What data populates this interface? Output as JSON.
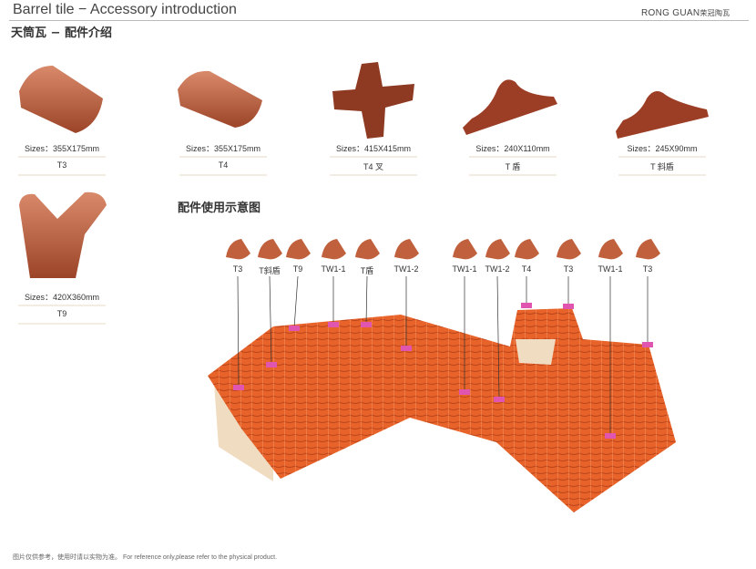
{
  "header": {
    "title": "Barrel tile − Accessory introduction",
    "brand": "RONG GUAN",
    "brand_cn": "荣冠陶瓦",
    "subtitle": "天筒瓦 − 配件介绍"
  },
  "products": [
    {
      "size": "Sizes：355X175mm",
      "name": "T3"
    },
    {
      "size": "Sizes：355X175mm",
      "name": "T4"
    },
    {
      "size": "Sizes：415X415mm",
      "name": "T4 叉"
    },
    {
      "size": "Sizes：240X110mm",
      "name": "T 盾"
    },
    {
      "size": "Sizes：245X90mm",
      "name": "T 斜盾"
    },
    {
      "size": "Sizes：420X360mm",
      "name": "T9"
    }
  ],
  "diagram": {
    "title": "配件使用示意图",
    "labels": [
      "T3",
      "T斜盾",
      "T9",
      "TW1-1",
      "T盾",
      "TW1-2",
      "TW1-1",
      "TW1-2",
      "T4",
      "T3",
      "TW1-1",
      "T3"
    ]
  },
  "footer": "图片仅供参考，使用时请以实物为准。  For reference only,please refer to the physical product.",
  "colors": {
    "tile": "#b5553a",
    "roof": "#e8632a",
    "wall": "#f0dcc0",
    "marker": "#e055b0"
  }
}
